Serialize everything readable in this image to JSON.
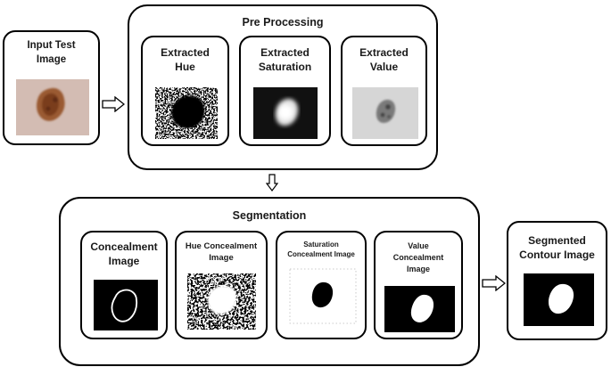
{
  "input": {
    "title_line1": "Input Test",
    "title_line2": "Image"
  },
  "preprocessing": {
    "title": "Pre Processing",
    "cards": [
      {
        "line1": "Extracted",
        "line2": "Hue"
      },
      {
        "line1": "Extracted",
        "line2": "Saturation"
      },
      {
        "line1": "Extracted",
        "line2": "Value"
      }
    ]
  },
  "segmentation": {
    "title": "Segmentation",
    "cards": [
      {
        "line1": "Concealment",
        "line2": "Image"
      },
      {
        "line1": "Hue Concealment",
        "line2": "Image"
      },
      {
        "line1": "Saturation",
        "line2": "Concealment Image"
      },
      {
        "line1": "Value",
        "line2": "Concealment",
        "line3": "Image"
      }
    ]
  },
  "output": {
    "title_line1": "Segmented",
    "title_line2": "Contour Image"
  },
  "colors": {
    "border": "#000000",
    "background": "#ffffff",
    "skin": "#d8c2b8",
    "lesion": "#8a4a2a"
  }
}
